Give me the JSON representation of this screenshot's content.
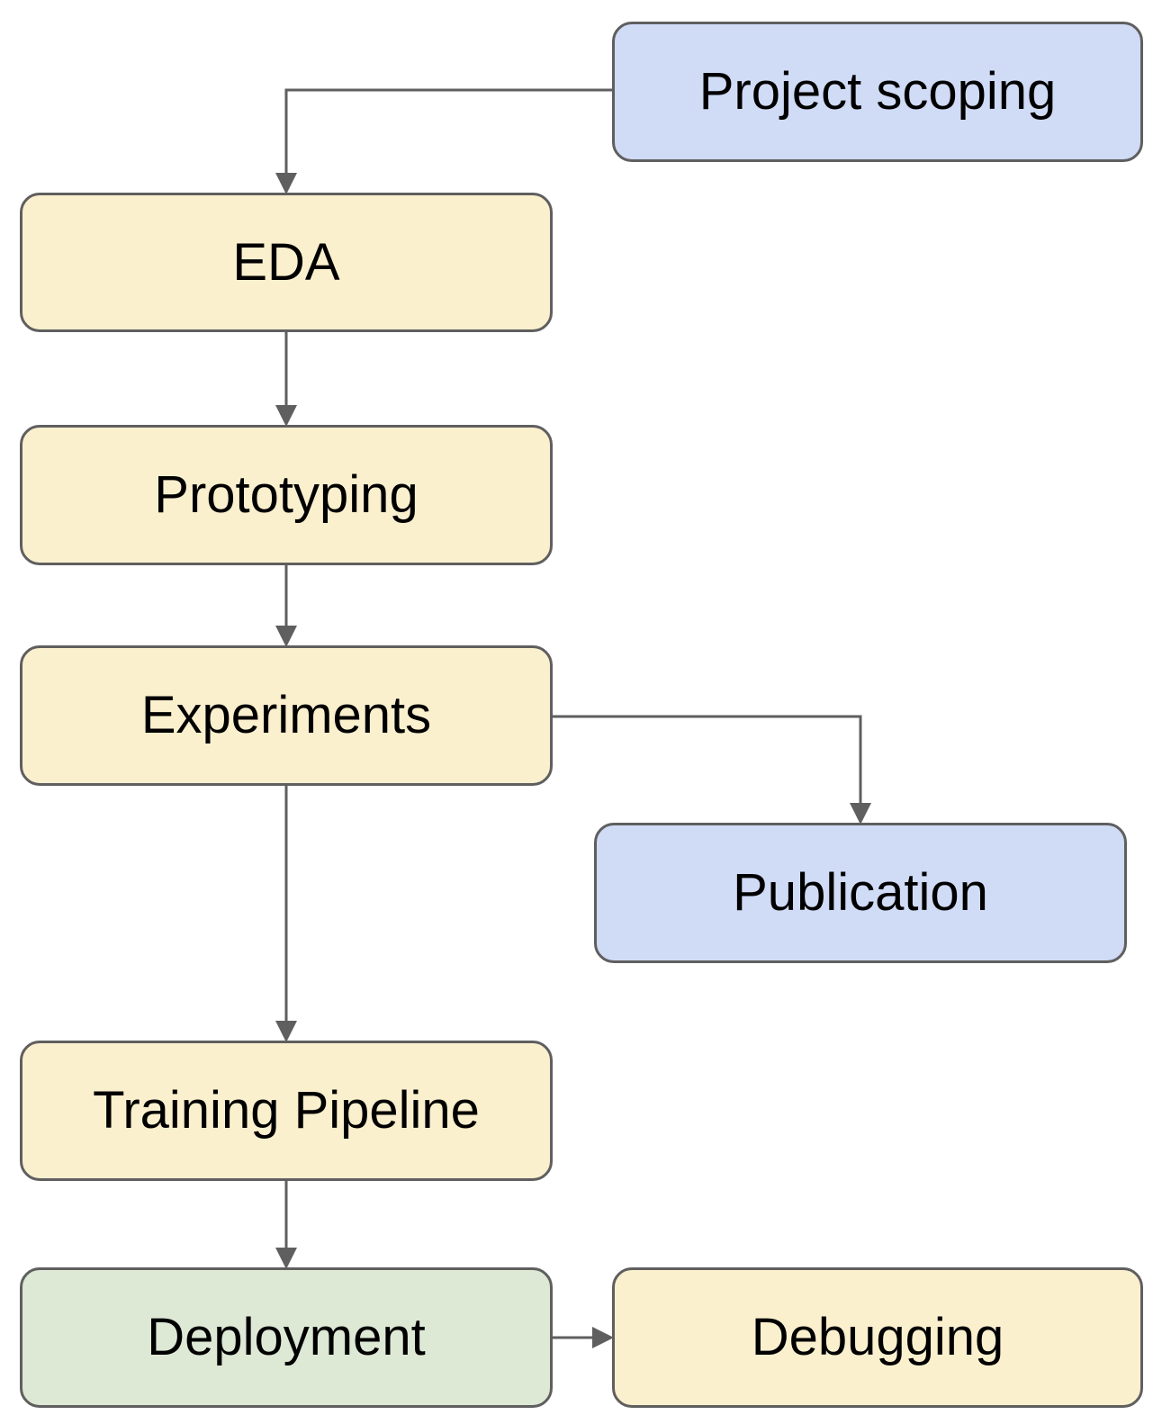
{
  "diagram": {
    "nodes": {
      "project_scoping": "Project scoping",
      "eda": "EDA",
      "prototyping": "Prototyping",
      "experiments": "Experiments",
      "publication": "Publication",
      "training_pipeline": "Training Pipeline",
      "deployment": "Deployment",
      "debugging": "Debugging"
    },
    "colors": {
      "blue_node": "#d0dbf6",
      "yellow_node": "#fbf0ce",
      "green_node": "#dde8d5",
      "border": "#5f5f5f",
      "connector": "#5f5f5f"
    }
  }
}
